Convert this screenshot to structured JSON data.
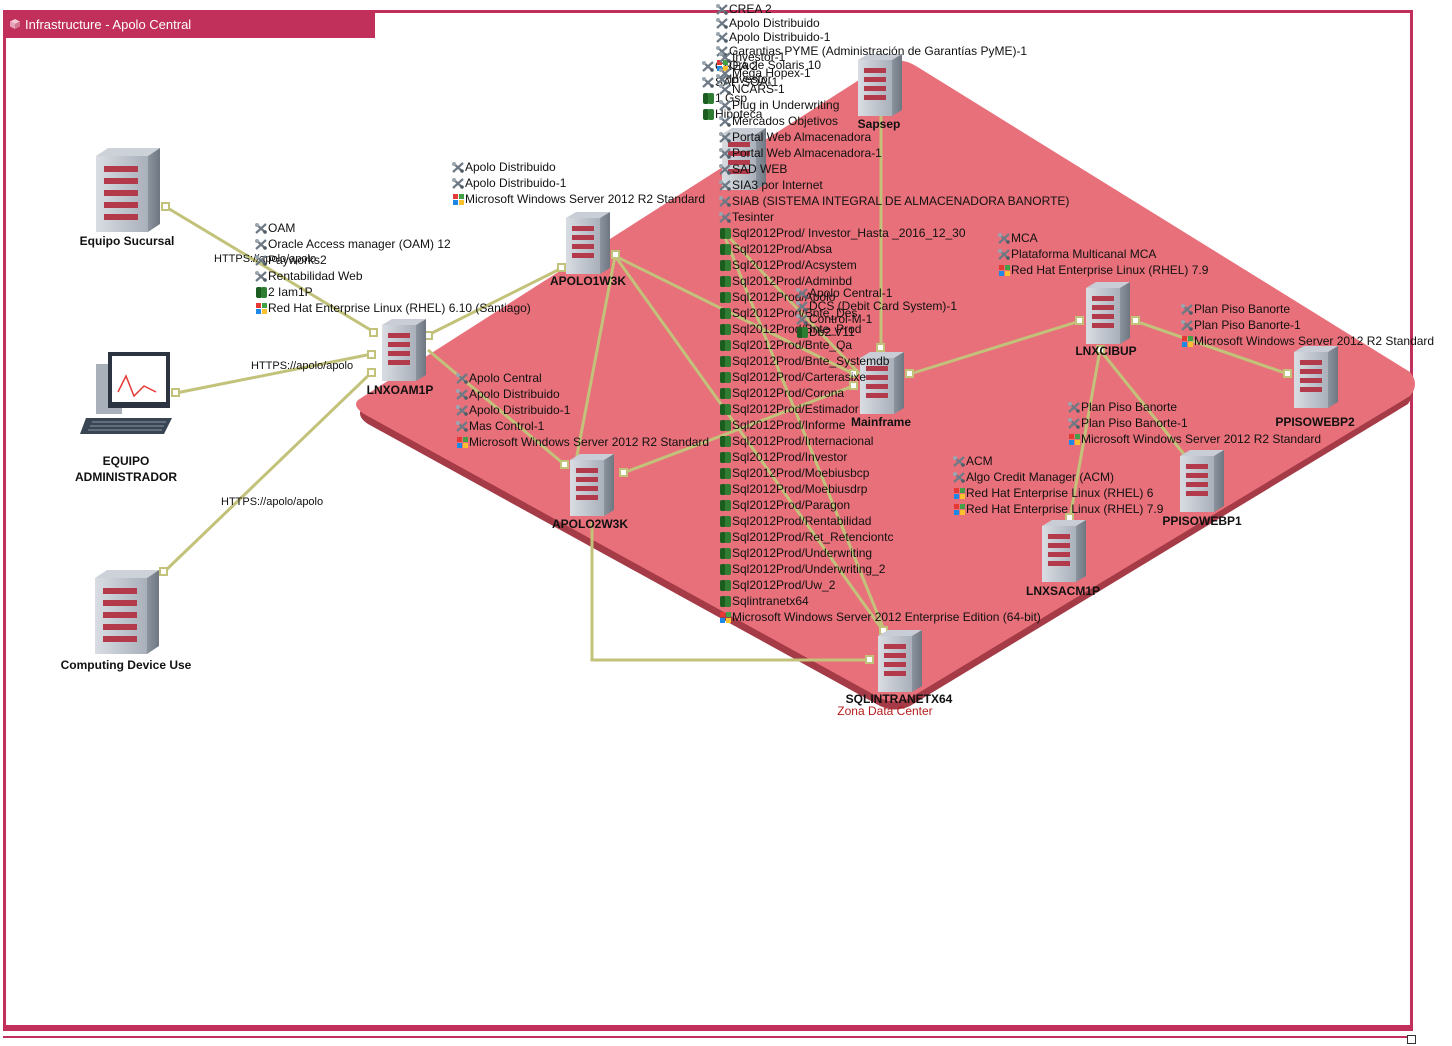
{
  "window": {
    "title": "Infrastructure - Apolo Central"
  },
  "zone": {
    "label": "Zona Data Center"
  },
  "colors": {
    "frame": "#c0305a",
    "zone_fill": "#e8707a",
    "link": "#c2c27a",
    "text": "#111111"
  },
  "nodes": [
    {
      "id": "equipo_sucursal",
      "label": "Equipo Sucursal",
      "icon": "server-tower-icon"
    },
    {
      "id": "equipo_admin",
      "label": "EQUIPO",
      "label2": "ADMINISTRADOR",
      "icon": "workstation-icon"
    },
    {
      "id": "computing_device",
      "label": "Computing Device Use",
      "icon": "server-tower-icon"
    },
    {
      "id": "lnxoam1p",
      "label": "LNXOAM1P",
      "icon": "server-icon"
    },
    {
      "id": "apolo1w3k",
      "label": "APOLO1W3K",
      "icon": "server-icon"
    },
    {
      "id": "apolo2w3k",
      "label": "APOLO2W3K",
      "icon": "server-icon"
    },
    {
      "id": "sapsep",
      "label": "Sapsep",
      "icon": "server-icon"
    },
    {
      "id": "mainframe",
      "label": "Mainframe",
      "icon": "server-icon"
    },
    {
      "id": "lnxcibup",
      "label": "LNXCIBUP",
      "icon": "server-icon"
    },
    {
      "id": "ppisowebp2",
      "label": "PPISOWEBP2",
      "icon": "server-icon"
    },
    {
      "id": "ppisowebp1",
      "label": "PPISOWEBP1",
      "icon": "server-icon"
    },
    {
      "id": "lnxsacm1p",
      "label": "LNXSACM1P",
      "icon": "server-icon"
    },
    {
      "id": "sqlintranetx64",
      "label": "SQLINTRANETX64",
      "icon": "server-icon"
    },
    {
      "id": "db_server",
      "label": "",
      "icon": "server-icon"
    }
  ],
  "link_labels": [
    {
      "text": "HTTPS://apolo/apolo"
    },
    {
      "text": "HTTPS://apolo/apolo"
    },
    {
      "text": "HTTPS://apolo/apolo"
    }
  ],
  "software_lists": {
    "oam": [
      {
        "icon": "tools-icon",
        "text": "OAM"
      },
      {
        "icon": "tools-icon",
        "text": "Oracle Access manager (OAM) 12"
      },
      {
        "icon": "tools-icon",
        "text": "Payworks2"
      },
      {
        "icon": "tools-icon",
        "text": "Rentabilidad Web"
      },
      {
        "icon": "database-icon",
        "text": "2 Iam1P"
      },
      {
        "icon": "windows-icon",
        "text": "Red Hat Enterprise Linux (RHEL) 6.10 (Santiago)"
      }
    ],
    "apolo1": [
      {
        "icon": "tools-icon",
        "text": "Apolo Distribuido"
      },
      {
        "icon": "tools-icon",
        "text": "Apolo Distribuido-1"
      },
      {
        "icon": "windows-icon",
        "text": "Microsoft Windows Server 2012 R2 Standard"
      }
    ],
    "apolo2": [
      {
        "icon": "tools-icon",
        "text": "Apolo Central"
      },
      {
        "icon": "tools-icon",
        "text": "Apolo Distribuido"
      },
      {
        "icon": "tools-icon",
        "text": "Apolo Distribuido-1"
      },
      {
        "icon": "tools-icon",
        "text": "Mas Control-1"
      },
      {
        "icon": "windows-icon",
        "text": "Microsoft Windows Server 2012 R2 Standard"
      }
    ],
    "mca": [
      {
        "icon": "tools-icon",
        "text": "MCA"
      },
      {
        "icon": "tools-icon",
        "text": "Plataforma Multicanal MCA"
      },
      {
        "icon": "windows-icon",
        "text": "Red Hat Enterprise Linux (RHEL) 7.9"
      }
    ],
    "piso2": [
      {
        "icon": "tools-icon",
        "text": "Plan Piso Banorte"
      },
      {
        "icon": "tools-icon",
        "text": "Plan Piso Banorte-1"
      },
      {
        "icon": "windows-icon",
        "text": "Microsoft Windows Server 2012 R2 Standard"
      }
    ],
    "piso1": [
      {
        "icon": "tools-icon",
        "text": "Plan Piso Banorte"
      },
      {
        "icon": "tools-icon",
        "text": "Plan Piso Banorte-1"
      },
      {
        "icon": "windows-icon",
        "text": "Microsoft Windows Server 2012 R2 Standard"
      }
    ],
    "acm": [
      {
        "icon": "tools-icon",
        "text": "ACM"
      },
      {
        "icon": "tools-icon",
        "text": "Algo Credit Manager (ACM)"
      },
      {
        "icon": "windows-icon",
        "text": "Red Hat Enterprise Linux (RHEL) 6"
      },
      {
        "icon": "windows-icon",
        "text": "Red Hat Enterprise Linux (RHEL) 7.9"
      }
    ],
    "mainframe": [
      {
        "icon": "tools-icon",
        "text": "Apolo Central-1"
      },
      {
        "icon": "tools-icon",
        "text": "DCS (Debit Card System)-1"
      },
      {
        "icon": "tools-icon",
        "text": "Control-M-1"
      },
      {
        "icon": "database-icon",
        "text": "Db2 V11"
      }
    ],
    "top_left": [
      {
        "icon": "tools-icon",
        "text": "CREA 2"
      },
      {
        "icon": "tools-icon",
        "text": "SAP SOA-1"
      },
      {
        "icon": "database-icon",
        "text": "1 Gsp"
      },
      {
        "icon": "database-icon",
        "text": "Hipoteca"
      }
    ],
    "top_overlap": [
      {
        "icon": "tools-icon",
        "text": "CREA 2"
      },
      {
        "icon": "tools-icon",
        "text": "Apolo Distribuido"
      },
      {
        "icon": "tools-icon",
        "text": "Apolo Distribuido-1"
      },
      {
        "icon": "tools-icon",
        "text": "Garantias PYME (Administración de Garantías PyME)-1"
      },
      {
        "icon": "windows-icon",
        "text": "Oracle Solaris 10"
      },
      {
        "icon": "tools-icon",
        "text": "Investor"
      }
    ],
    "sql": [
      {
        "icon": "tools-icon",
        "text": "Investor-1"
      },
      {
        "icon": "tools-icon",
        "text": "Mega Hopex-1"
      },
      {
        "icon": "tools-icon",
        "text": "NCARS-1"
      },
      {
        "icon": "tools-icon",
        "text": "Plug in Underwriting"
      },
      {
        "icon": "tools-icon",
        "text": "Mercados Objetivos"
      },
      {
        "icon": "tools-icon",
        "text": "Portal Web Almacenadora"
      },
      {
        "icon": "tools-icon",
        "text": "Portal Web Almacenadora-1"
      },
      {
        "icon": "tools-icon",
        "text": "SAD WEB"
      },
      {
        "icon": "tools-icon",
        "text": "SIA3 por Internet"
      },
      {
        "icon": "tools-icon",
        "text": "SIAB (SISTEMA INTEGRAL DE ALMACENADORA BANORTE)"
      },
      {
        "icon": "tools-icon",
        "text": "Tesinter"
      },
      {
        "icon": "database-icon",
        "text": "Sql2012Prod/ Investor_Hasta _2016_12_30"
      },
      {
        "icon": "database-icon",
        "text": "Sql2012Prod/Absa"
      },
      {
        "icon": "database-icon",
        "text": "Sql2012Prod/Acsystem"
      },
      {
        "icon": "database-icon",
        "text": "Sql2012Prod/Adminbd"
      },
      {
        "icon": "database-icon",
        "text": "Sql2012Prod/Apolo"
      },
      {
        "icon": "database-icon",
        "text": "Sql2012Prod/Bnte_Des"
      },
      {
        "icon": "database-icon",
        "text": "Sql2012Prod/Bnte_Prod"
      },
      {
        "icon": "database-icon",
        "text": "Sql2012Prod/Bnte_Qa"
      },
      {
        "icon": "database-icon",
        "text": "Sql2012Prod/Bnte_Systemdb"
      },
      {
        "icon": "database-icon",
        "text": "Sql2012Prod/Carterasixe"
      },
      {
        "icon": "database-icon",
        "text": "Sql2012Prod/Corona"
      },
      {
        "icon": "database-icon",
        "text": "Sql2012Prod/Estimador"
      },
      {
        "icon": "database-icon",
        "text": "Sql2012Prod/Informe"
      },
      {
        "icon": "database-icon",
        "text": "Sql2012Prod/Internacional"
      },
      {
        "icon": "database-icon",
        "text": "Sql2012Prod/Investor"
      },
      {
        "icon": "database-icon",
        "text": "Sql2012Prod/Moebiusbcp"
      },
      {
        "icon": "database-icon",
        "text": "Sql2012Prod/Moebiusdrp"
      },
      {
        "icon": "database-icon",
        "text": "Sql2012Prod/Paragon"
      },
      {
        "icon": "database-icon",
        "text": "Sql2012Prod/Rentabilidad"
      },
      {
        "icon": "database-icon",
        "text": "Sql2012Prod/Ret_Retenciontc"
      },
      {
        "icon": "database-icon",
        "text": "Sql2012Prod/Underwriting"
      },
      {
        "icon": "database-icon",
        "text": "Sql2012Prod/Underwriting_2"
      },
      {
        "icon": "database-icon",
        "text": "Sql2012Prod/Uw_2"
      },
      {
        "icon": "database-icon",
        "text": "Sqlintranetx64"
      },
      {
        "icon": "windows-icon",
        "text": "Microsoft Windows Server 2012 Enterprise Edition (64-bit)"
      }
    ]
  }
}
